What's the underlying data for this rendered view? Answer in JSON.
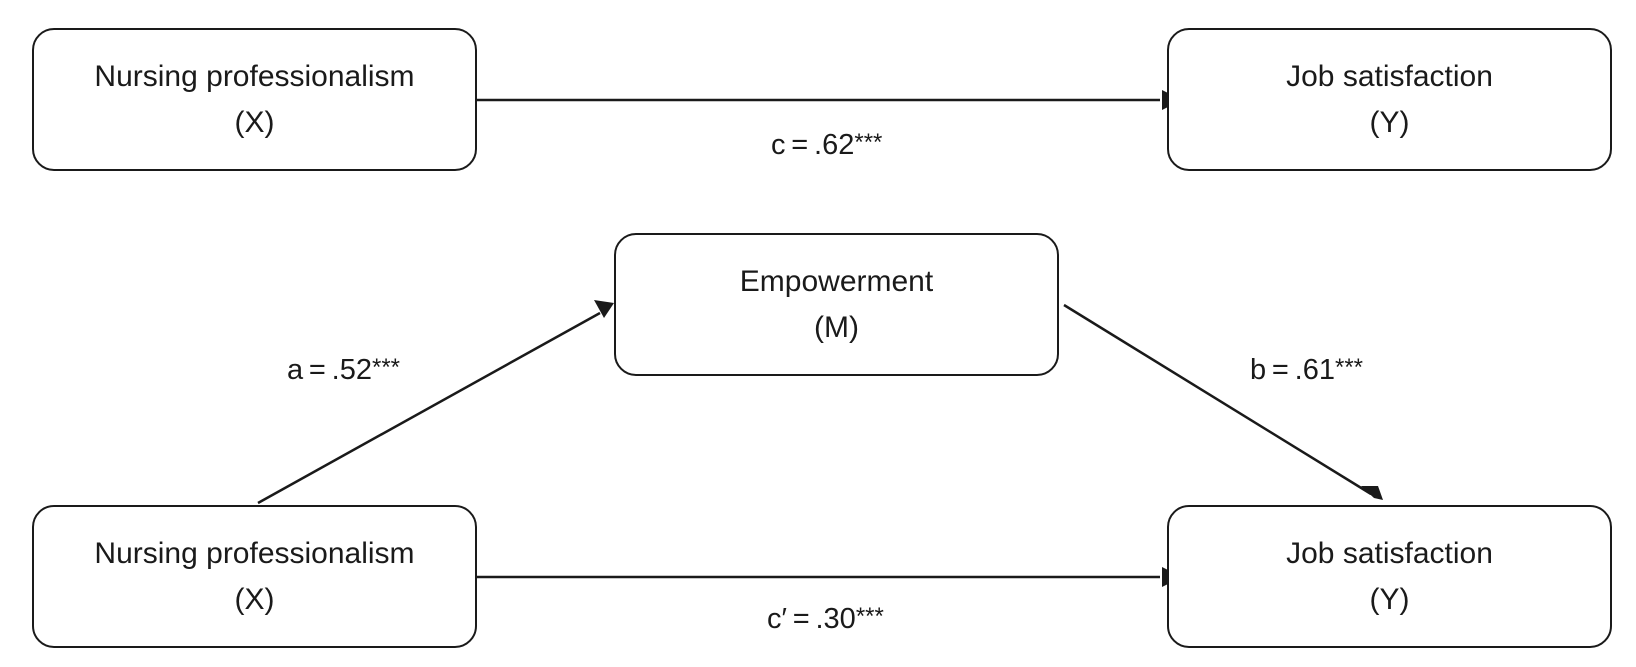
{
  "total_effect": {
    "x_node": {
      "name": "Nursing professionalism",
      "symbol": "(X)"
    },
    "y_node": {
      "name": "Job satisfaction",
      "symbol": "(Y)"
    },
    "path_c": {
      "label": "c = .62",
      "stars": "***"
    }
  },
  "mediation_model": {
    "m_node": {
      "name": "Empowerment",
      "symbol": "(M)"
    },
    "x_node": {
      "name": "Nursing professionalism",
      "symbol": "(X)"
    },
    "y_node": {
      "name": "Job satisfaction",
      "symbol": "(Y)"
    },
    "path_a": {
      "label": "a = .52",
      "stars": "***"
    },
    "path_b": {
      "label": "b = .61",
      "stars": "***"
    },
    "path_c_prime": {
      "label": "c′ = .30",
      "stars": "***"
    }
  }
}
